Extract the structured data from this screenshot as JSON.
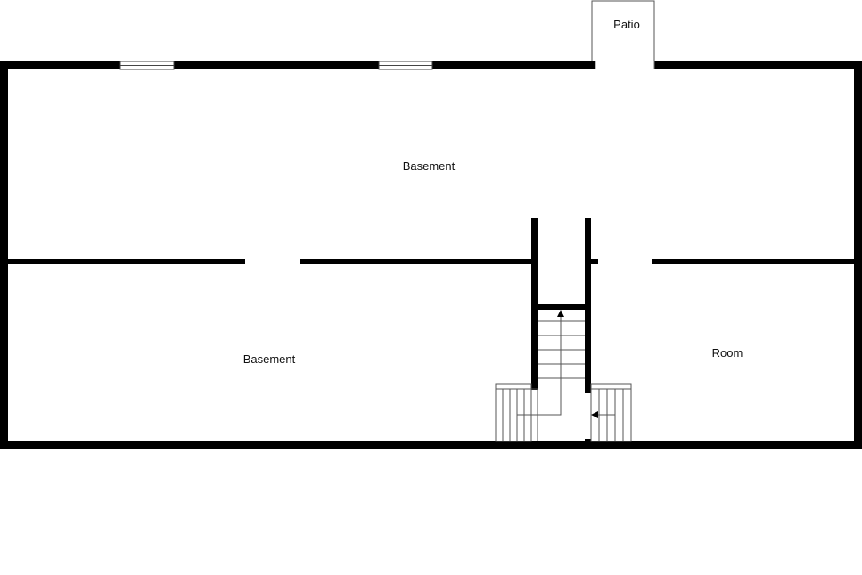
{
  "rooms": {
    "patio": {
      "label": "Patio"
    },
    "basement_upper": {
      "label": "Basement"
    },
    "basement_lower": {
      "label": "Basement"
    },
    "room": {
      "label": "Room"
    }
  },
  "colors": {
    "wall": "#000000",
    "opening": "#ffffff",
    "stair_line": "#555555",
    "window_frame": "#444444"
  },
  "icons": [
    "stair-arrow-up-icon",
    "stair-arrow-left-icon"
  ]
}
